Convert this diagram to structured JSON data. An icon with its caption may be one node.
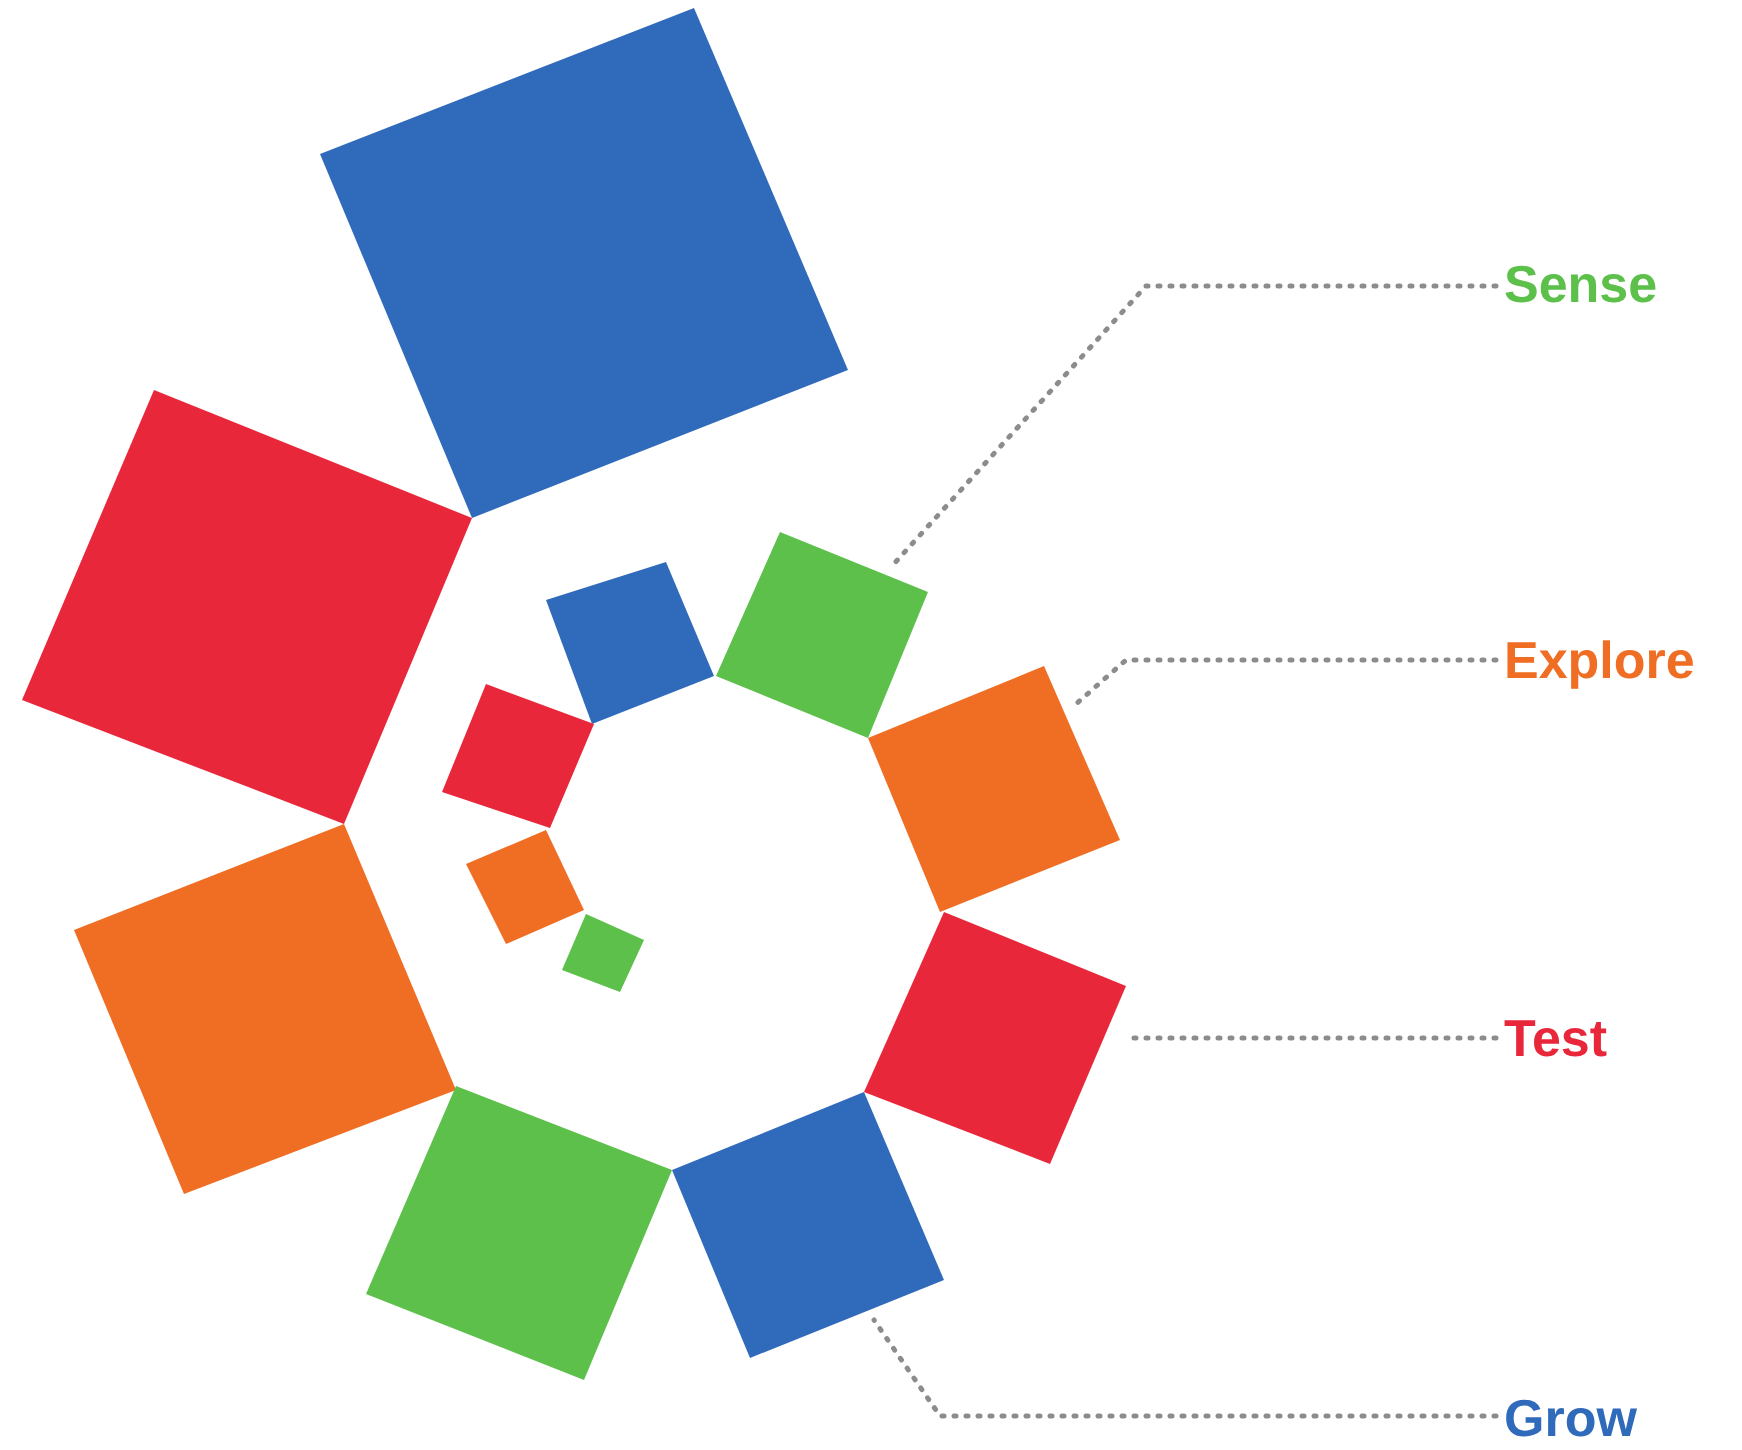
{
  "diagram": {
    "nodes": [
      {
        "text": [
          "Sense"
        ]
      },
      {
        "text": [
          "Explore"
        ]
      },
      {
        "text": [
          "Test"
        ]
      },
      {
        "text": [
          "Grow"
        ]
      },
      {
        "text": [],
        "shape": "box"
      },
      {
        "text": [],
        "shape": "box"
      },
      {
        "text": [],
        "shape": "box"
      },
      {
        "text": [],
        "shape": "box"
      }
    ],
    "edges": [
      {
        "from": 0,
        "to": 4,
        "arrow": "none",
        "style": "dashed"
      },
      {
        "from": 1,
        "to": 5,
        "arrow": "none",
        "style": "dashed"
      },
      {
        "from": 2,
        "to": 6,
        "arrow": "none",
        "style": "dashed"
      },
      {
        "from": 3,
        "to": 7,
        "arrow": "none",
        "style": "dashed"
      }
    ]
  }
}
